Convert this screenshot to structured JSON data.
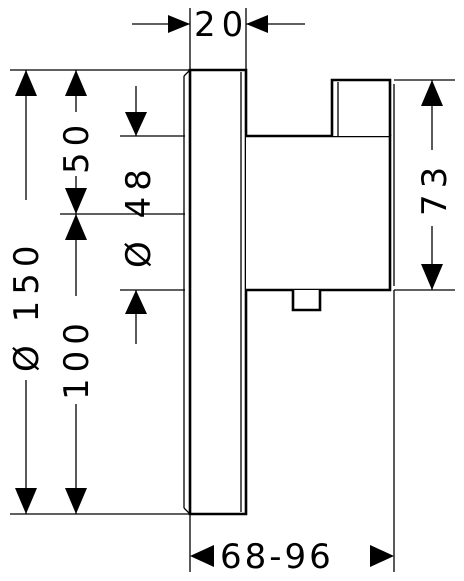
{
  "drawing": {
    "dimensions": {
      "depth_top": "20",
      "depth_bottom": "68-96",
      "overall_height": "Ø 150",
      "lower_height": "100",
      "upper_height": "50",
      "inner_diameter": "Ø 48",
      "right_height": "73"
    }
  }
}
